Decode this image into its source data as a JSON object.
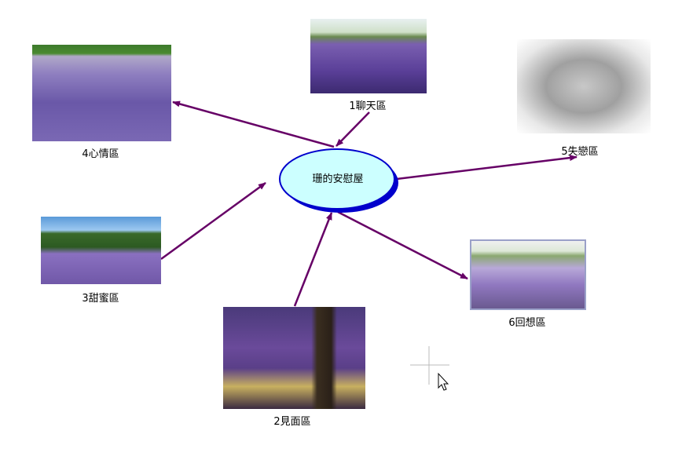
{
  "center": {
    "label": "珊的安慰屋"
  },
  "nodes": [
    {
      "label": "1聊天區"
    },
    {
      "label": "2見面區"
    },
    {
      "label": "3甜蜜區"
    },
    {
      "label": "4心情區"
    },
    {
      "label": "5失戀區"
    },
    {
      "label": "6回想區"
    }
  ],
  "colors": {
    "arrow": "#660066",
    "ellipse_fill": "#ccffff",
    "ellipse_stroke": "#0000cc"
  }
}
